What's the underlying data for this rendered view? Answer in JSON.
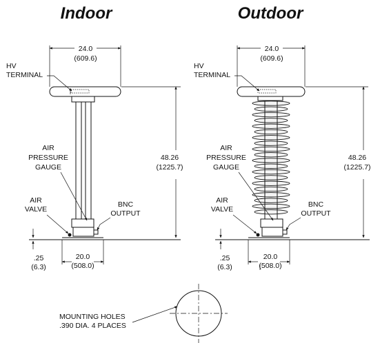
{
  "titles": {
    "indoor": "Indoor",
    "outdoor": "Outdoor"
  },
  "labels": {
    "width_in": "24.0",
    "width_mm": "(609.6)",
    "height_in": "48.26",
    "height_mm": "(1225.7)",
    "base_in": "20.0",
    "base_mm": "(508.0)",
    "thick_in": ".25",
    "thick_mm": "(6.3)",
    "hv_1": "HV",
    "hv_2": "TERMINAL",
    "gauge_1": "AIR",
    "gauge_2": "PRESSURE",
    "gauge_3": "GAUGE",
    "valve_1": "AIR",
    "valve_2": "VALVE",
    "bnc_1": "BNC",
    "bnc_2": "OUTPUT",
    "holes_1": "MOUNTING HOLES",
    "holes_2": ".390 DIA. 4 PLACES"
  }
}
